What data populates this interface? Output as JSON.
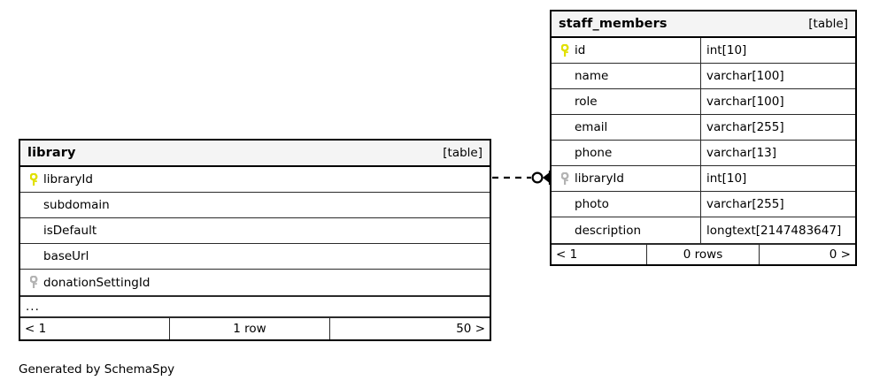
{
  "diagram": {
    "generator_note": "Generated by SchemaSpy",
    "table_tag": "[table]",
    "key_icons": {
      "primary": "primary-key-icon",
      "foreign": "foreign-key-icon"
    },
    "relationship": {
      "name": "library-to-staff_members-relation",
      "from_table": "library",
      "from_column": "libraryId",
      "to_table": "staff_members",
      "to_column": "libraryId",
      "line_style": "dashed",
      "source_marker": "zero-or-one-circle",
      "target_marker": "crows-foot",
      "color": "#000000"
    }
  },
  "tables": [
    {
      "id": "library",
      "name": "library",
      "tag": "[table]",
      "has_type_column": false,
      "has_ellipsis_row": true,
      "ellipsis_label": "...",
      "columns": [
        {
          "name": "libraryId",
          "type": "",
          "key": "primary"
        },
        {
          "name": "subdomain",
          "type": "",
          "key": "none"
        },
        {
          "name": "isDefault",
          "type": "",
          "key": "none"
        },
        {
          "name": "baseUrl",
          "type": "",
          "key": "none"
        },
        {
          "name": "donationSettingId",
          "type": "",
          "key": "foreign"
        }
      ],
      "footer": {
        "prev": "< 1",
        "rows": "1 row",
        "next": "50 >"
      }
    },
    {
      "id": "staff_members",
      "name": "staff_members",
      "tag": "[table]",
      "has_type_column": true,
      "has_ellipsis_row": false,
      "ellipsis_label": "",
      "columns": [
        {
          "name": "id",
          "type": "int[10]",
          "key": "primary"
        },
        {
          "name": "name",
          "type": "varchar[100]",
          "key": "none"
        },
        {
          "name": "role",
          "type": "varchar[100]",
          "key": "none"
        },
        {
          "name": "email",
          "type": "varchar[255]",
          "key": "none"
        },
        {
          "name": "phone",
          "type": "varchar[13]",
          "key": "none"
        },
        {
          "name": "libraryId",
          "type": "int[10]",
          "key": "foreign"
        },
        {
          "name": "photo",
          "type": "varchar[255]",
          "key": "none"
        },
        {
          "name": "description",
          "type": "longtext[2147483647]",
          "key": "none"
        }
      ],
      "footer": {
        "prev": "< 1",
        "rows": "0 rows",
        "next": "0 >"
      }
    }
  ],
  "colors": {
    "primary_key": "#e8e800",
    "foreign_key": "#b3b3b3",
    "border": "#000000",
    "header_background": "#f4f4f4",
    "page_background": "#ffffff",
    "text": "#000000"
  }
}
